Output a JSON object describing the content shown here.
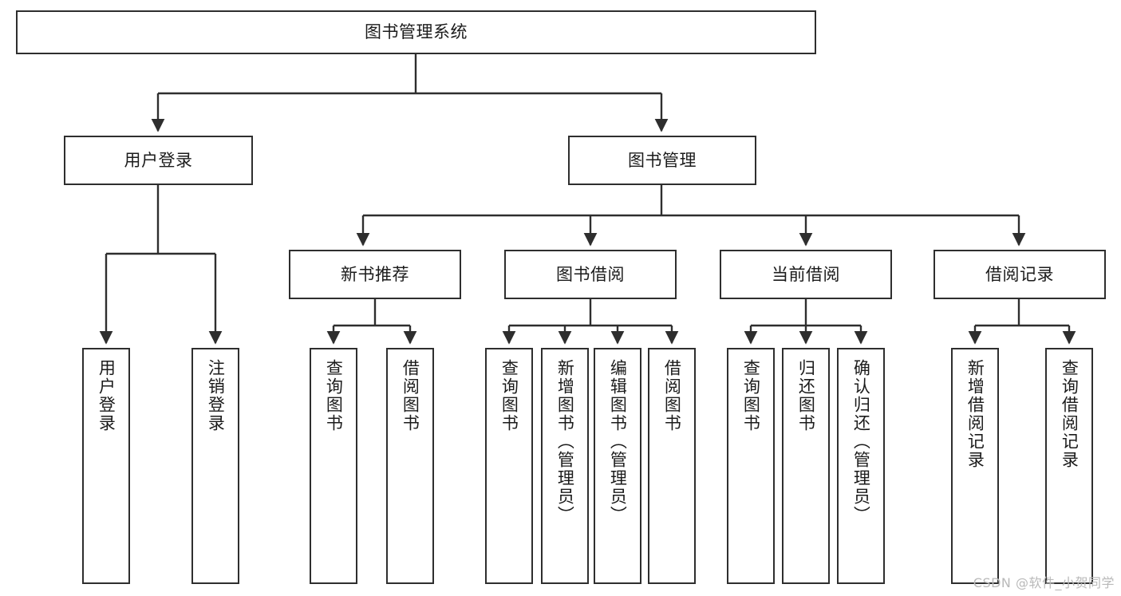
{
  "diagram": {
    "type": "tree-hierarchy-chart",
    "title": "图书管理系统",
    "line_color": "#2e2e2e",
    "box_fill": "#ffffff",
    "text_color": "#1b1b1b",
    "levels": {
      "root": {
        "label": "图书管理系统"
      },
      "level2": [
        {
          "label": "用户登录"
        },
        {
          "label": "图书管理"
        }
      ],
      "level3": [
        {
          "label": "新书推荐"
        },
        {
          "label": "图书借阅"
        },
        {
          "label": "当前借阅"
        },
        {
          "label": "借阅记录"
        }
      ],
      "leaves": [
        {
          "label": "用户登录",
          "parent": "用户登录"
        },
        {
          "label": "注销登录",
          "parent": "用户登录"
        },
        {
          "label": "查询图书",
          "parent": "新书推荐"
        },
        {
          "label": "借阅图书",
          "parent": "新书推荐"
        },
        {
          "label": "查询图书",
          "parent": "图书借阅"
        },
        {
          "label": "新增图书（管理员）",
          "parent": "图书借阅"
        },
        {
          "label": "编辑图书（管理员）",
          "parent": "图书借阅"
        },
        {
          "label": "借阅图书",
          "parent": "图书借阅"
        },
        {
          "label": "查询图书",
          "parent": "当前借阅"
        },
        {
          "label": "归还图书",
          "parent": "当前借阅"
        },
        {
          "label": "确认归还（管理员）",
          "parent": "当前借阅"
        },
        {
          "label": "新增借阅记录",
          "parent": "借阅记录"
        },
        {
          "label": "查询借阅记录",
          "parent": "借阅记录"
        }
      ]
    }
  },
  "watermark": {
    "text": "CSDN @软件_小贺同学",
    "color": "#b9b9b9"
  }
}
